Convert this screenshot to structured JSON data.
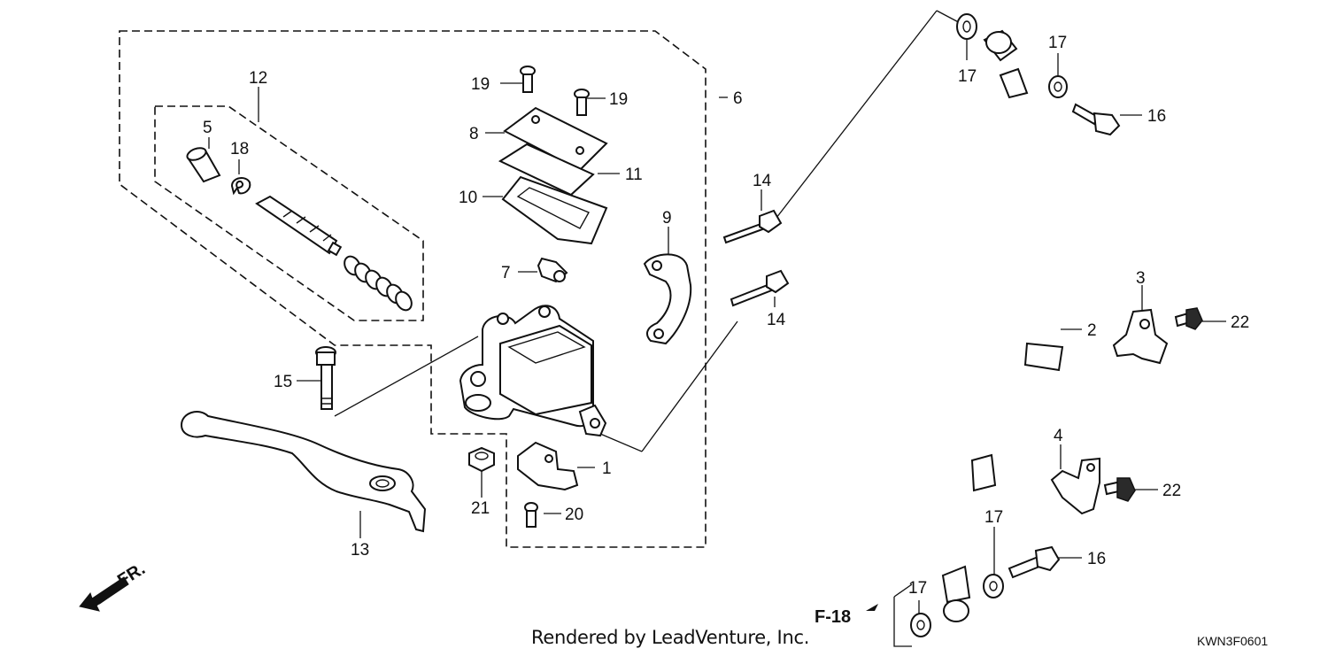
{
  "callouts": {
    "c1": "1",
    "c2": "2",
    "c3": "3",
    "c4": "4",
    "c5": "5",
    "c6": "6",
    "c7": "7",
    "c8": "8",
    "c9": "9",
    "c10": "10",
    "c11": "11",
    "c12": "12",
    "c13": "13",
    "c14a": "14",
    "c14b": "14",
    "c15": "15",
    "c16a": "16",
    "c16b": "16",
    "c17a": "17",
    "c17b": "17",
    "c17c": "17",
    "c17d": "17",
    "c18": "18",
    "c19a": "19",
    "c19b": "19",
    "c20": "20",
    "c21": "21",
    "c22a": "22",
    "c22b": "22"
  },
  "reference": "F-18",
  "direction": "FR.",
  "footer": {
    "credit": "Rendered by LeadVenture, Inc.",
    "code": "KWN3F0601"
  },
  "colors": {
    "ink": "#111111",
    "background": "#ffffff"
  }
}
